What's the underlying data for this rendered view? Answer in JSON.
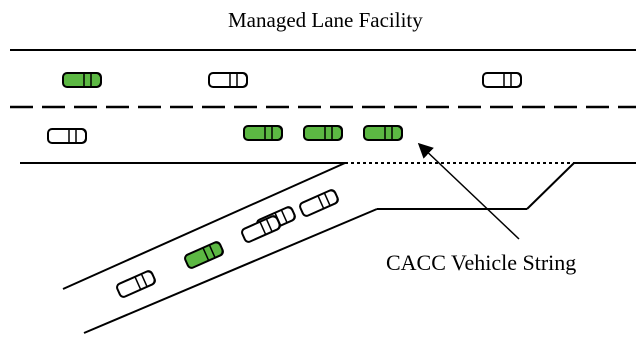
{
  "title": "Managed Lane Facility",
  "annotation": "CACC Vehicle String",
  "colors": {
    "road_line": "#000000",
    "vehicle_outline": "#000000",
    "cacc_vehicle_fill": "#5cb843",
    "regular_vehicle_fill": "#ffffff"
  },
  "vehicle_types": {
    "cacc": "green CACC-equipped vehicle",
    "regular": "white conventional vehicle"
  }
}
